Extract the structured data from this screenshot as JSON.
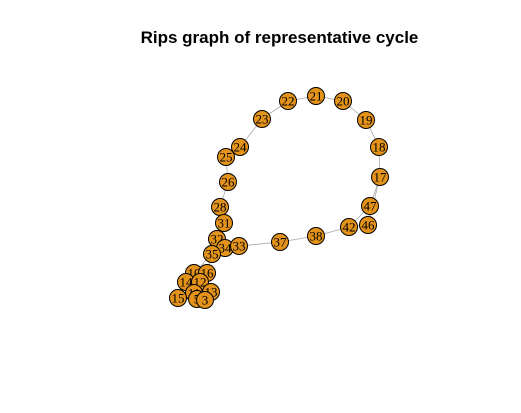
{
  "title": "Rips graph of representative cycle",
  "colors": {
    "node_fill": "#E3921A",
    "node_stroke": "#000000",
    "edge": "#A8A8A8",
    "background": "#FFFFFF"
  },
  "graph": {
    "nodes": [
      "21",
      "22",
      "20",
      "23",
      "19",
      "18",
      "24",
      "25",
      "17",
      "26",
      "47",
      "28",
      "46",
      "42",
      "31",
      "38",
      "37",
      "32",
      "34",
      "33",
      "35",
      "10",
      "16",
      "14",
      "12",
      "11",
      "13",
      "15",
      "5",
      "3"
    ],
    "edges": [
      [
        "21",
        "22"
      ],
      [
        "21",
        "20"
      ],
      [
        "22",
        "23"
      ],
      [
        "20",
        "19"
      ],
      [
        "19",
        "18"
      ],
      [
        "18",
        "17"
      ],
      [
        "17",
        "47"
      ],
      [
        "17",
        "46"
      ],
      [
        "47",
        "46"
      ],
      [
        "47",
        "42"
      ],
      [
        "46",
        "42"
      ],
      [
        "42",
        "38"
      ],
      [
        "38",
        "37"
      ],
      [
        "37",
        "33"
      ],
      [
        "23",
        "24"
      ],
      [
        "24",
        "25"
      ],
      [
        "25",
        "26"
      ],
      [
        "26",
        "28"
      ],
      [
        "28",
        "31"
      ],
      [
        "31",
        "32"
      ],
      [
        "32",
        "34"
      ],
      [
        "32",
        "33"
      ],
      [
        "34",
        "33"
      ],
      [
        "32",
        "35"
      ],
      [
        "34",
        "35"
      ],
      [
        "35",
        "10"
      ],
      [
        "35",
        "16"
      ],
      [
        "10",
        "16"
      ],
      [
        "10",
        "14"
      ],
      [
        "16",
        "12"
      ],
      [
        "14",
        "11"
      ],
      [
        "14",
        "12"
      ],
      [
        "11",
        "13"
      ],
      [
        "12",
        "13"
      ],
      [
        "13",
        "15"
      ],
      [
        "11",
        "15"
      ],
      [
        "15",
        "5"
      ],
      [
        "13",
        "5"
      ],
      [
        "5",
        "3"
      ],
      [
        "13",
        "3"
      ]
    ]
  }
}
